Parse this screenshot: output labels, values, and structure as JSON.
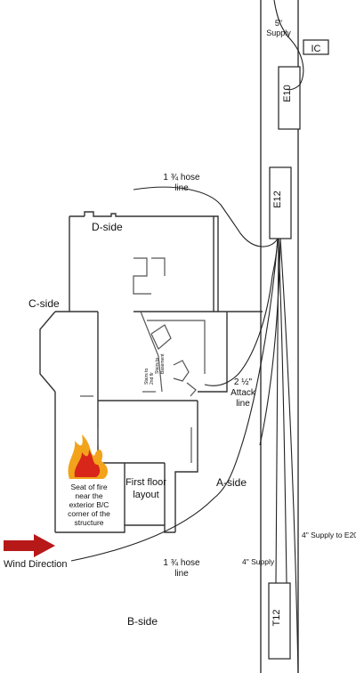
{
  "labels": {
    "supply_5": "5\"",
    "supply_5_b": "Supply",
    "ic": "IC",
    "e10": "E10",
    "e12": "E12",
    "t12": "T12",
    "hose_top_1": "1 ¾ hose",
    "hose_top_2": "line",
    "d_side": "D-side",
    "c_side": "C-side",
    "a_side": "A-side",
    "b_side": "B-side",
    "attack_1": "2 ½\"",
    "attack_2": "Attack",
    "attack_3": "line",
    "seat_1": "Seat of fire",
    "seat_2": "near the",
    "seat_3": "exterior  B/C",
    "seat_4": "corner of the",
    "seat_5": "structure",
    "layout_1": "First floor",
    "layout_2": "layout",
    "wind": "Wind Direction",
    "hose_bottom_1": "1 ¾ hose",
    "hose_bottom_2": "line",
    "supply_4_e20": "4\" Supply to E20",
    "supply_4": "4\" Supply",
    "small_1": "Stairs to",
    "small_2": "2nd flr",
    "small_3": "Stairs to",
    "small_4": "Basement"
  },
  "colors": {
    "fire_outer": "#f2a31a",
    "fire_inner": "#d8261a",
    "arrow": "#b71818"
  }
}
